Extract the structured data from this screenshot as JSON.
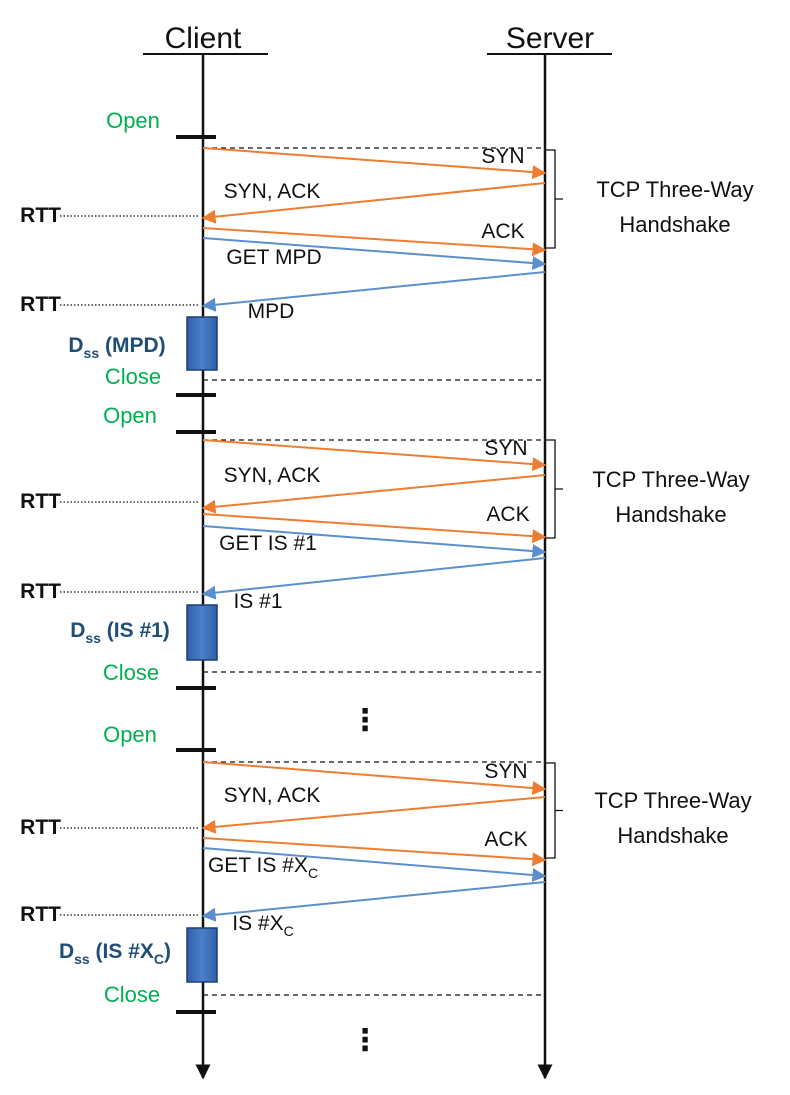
{
  "headers": {
    "client": "Client",
    "server": "Server"
  },
  "colors": {
    "handshake_arrow": "#ed7d31",
    "data_arrow": "#5b8fcb",
    "open_close_label": "#00b050",
    "dss_label": "#1f4e79",
    "download_box": "#3a6fb8",
    "lines": "#111111"
  },
  "annotations": {
    "rtt": "RTT",
    "ellipsis": "⋮"
  },
  "sessions": [
    {
      "open": "Open",
      "syn": "SYN",
      "syn_ack": "SYN, ACK",
      "ack": "ACK",
      "handshake_line1": "TCP Three-Way",
      "handshake_line2": "Handshake",
      "get": "GET MPD",
      "get_sub": "",
      "response": "MPD",
      "response_sub": "",
      "dss_prefix": "D",
      "dss_sub": "ss",
      "dss_arg": " (MPD)",
      "dss_arg_sub": "",
      "dss_close": "",
      "close": "Close"
    },
    {
      "open": "Open",
      "syn": "SYN",
      "syn_ack": "SYN, ACK",
      "ack": "ACK",
      "handshake_line1": "TCP Three-Way",
      "handshake_line2": "Handshake",
      "get": "GET IS #1",
      "get_sub": "",
      "response": "IS #1",
      "response_sub": "",
      "dss_prefix": "D",
      "dss_sub": "ss",
      "dss_arg": " (IS #1)",
      "dss_arg_sub": "",
      "dss_close": "",
      "close": "Close"
    },
    {
      "open": "Open",
      "syn": "SYN",
      "syn_ack": "SYN, ACK",
      "ack": "ACK",
      "handshake_line1": "TCP Three-Way",
      "handshake_line2": "Handshake",
      "get": "GET IS #X",
      "get_sub": "C",
      "response": "IS #X",
      "response_sub": "C",
      "dss_prefix": "D",
      "dss_sub": "ss",
      "dss_arg": " (IS #X",
      "dss_arg_sub": "C",
      "dss_close": ")",
      "close": "Close"
    }
  ]
}
